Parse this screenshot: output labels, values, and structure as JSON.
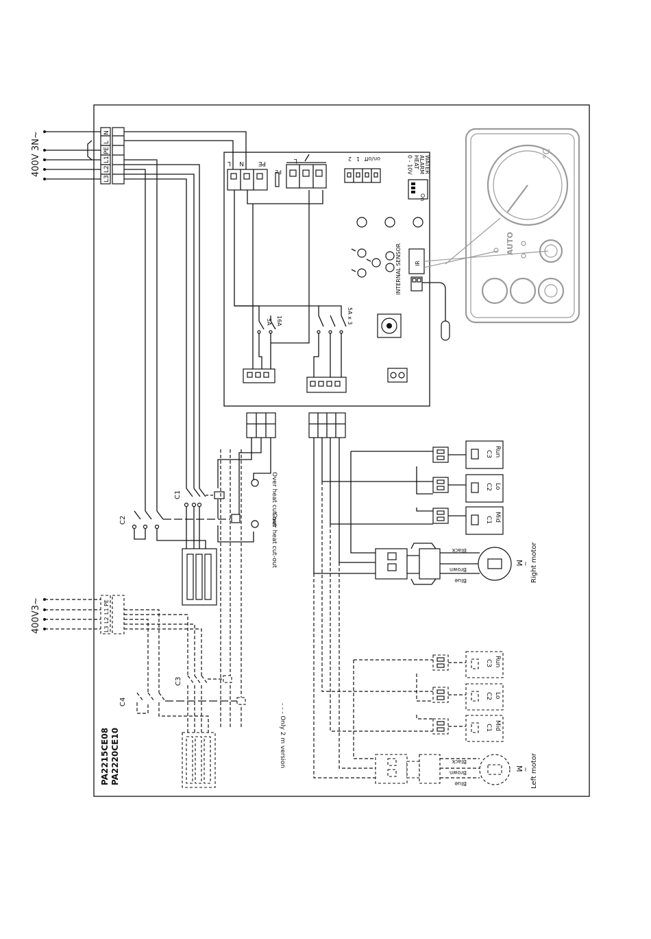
{
  "supply_main": "400V 3N~",
  "supply_aux": "400V3~",
  "terminals": [
    "L3",
    "L2",
    "L1",
    "PE",
    "L",
    "N"
  ],
  "aux_terminals": [
    "L3",
    "L2",
    "L1",
    "PE"
  ],
  "board": {
    "power_terms": [
      "L",
      "N",
      "PE"
    ],
    "pe_label": "PE",
    "out_terms": "L",
    "ctrl_terms": [
      "on/off",
      "1",
      "2"
    ],
    "dip_header": [
      "0 - 10V",
      "HEAT",
      "ALARM",
      "WATER"
    ],
    "dip_onoff": "On",
    "fuse_5a": "5A",
    "fuse_16a": "16A",
    "fuse_5ax3": "5A x 3",
    "internal_sensor": "INTERNAL SENSOR",
    "ir": "IR"
  },
  "remote": {
    "auto": "AUTO",
    "unit": "°C"
  },
  "contactors": {
    "c1": "C1",
    "c2": "C2",
    "c3": "C3",
    "c4": "C4"
  },
  "thermal": {
    "label1": "Over heat cut-out",
    "label2": "Over heat cut-out"
  },
  "right_motor": {
    "title": "Right motor",
    "m": "M",
    "tilde": "~",
    "wires": [
      "Black",
      "Brown",
      "Blue"
    ],
    "speeds": [
      {
        "code": "C3",
        "name": "Run"
      },
      {
        "code": "C2",
        "name": "Lo"
      },
      {
        "code": "C1",
        "name": "Mid"
      }
    ]
  },
  "left_motor": {
    "title": "Left motor",
    "m": "M",
    "tilde": "~",
    "wires": [
      "Black",
      "Brown",
      "Blue"
    ],
    "speeds": [
      {
        "code": "C3",
        "name": "Run"
      },
      {
        "code": "C2",
        "name": "Lo"
      },
      {
        "code": "C1",
        "name": "Mid"
      }
    ]
  },
  "note": "- - - Only 2 m version",
  "models": [
    "PA2215CE08",
    "PA2220CE10"
  ]
}
